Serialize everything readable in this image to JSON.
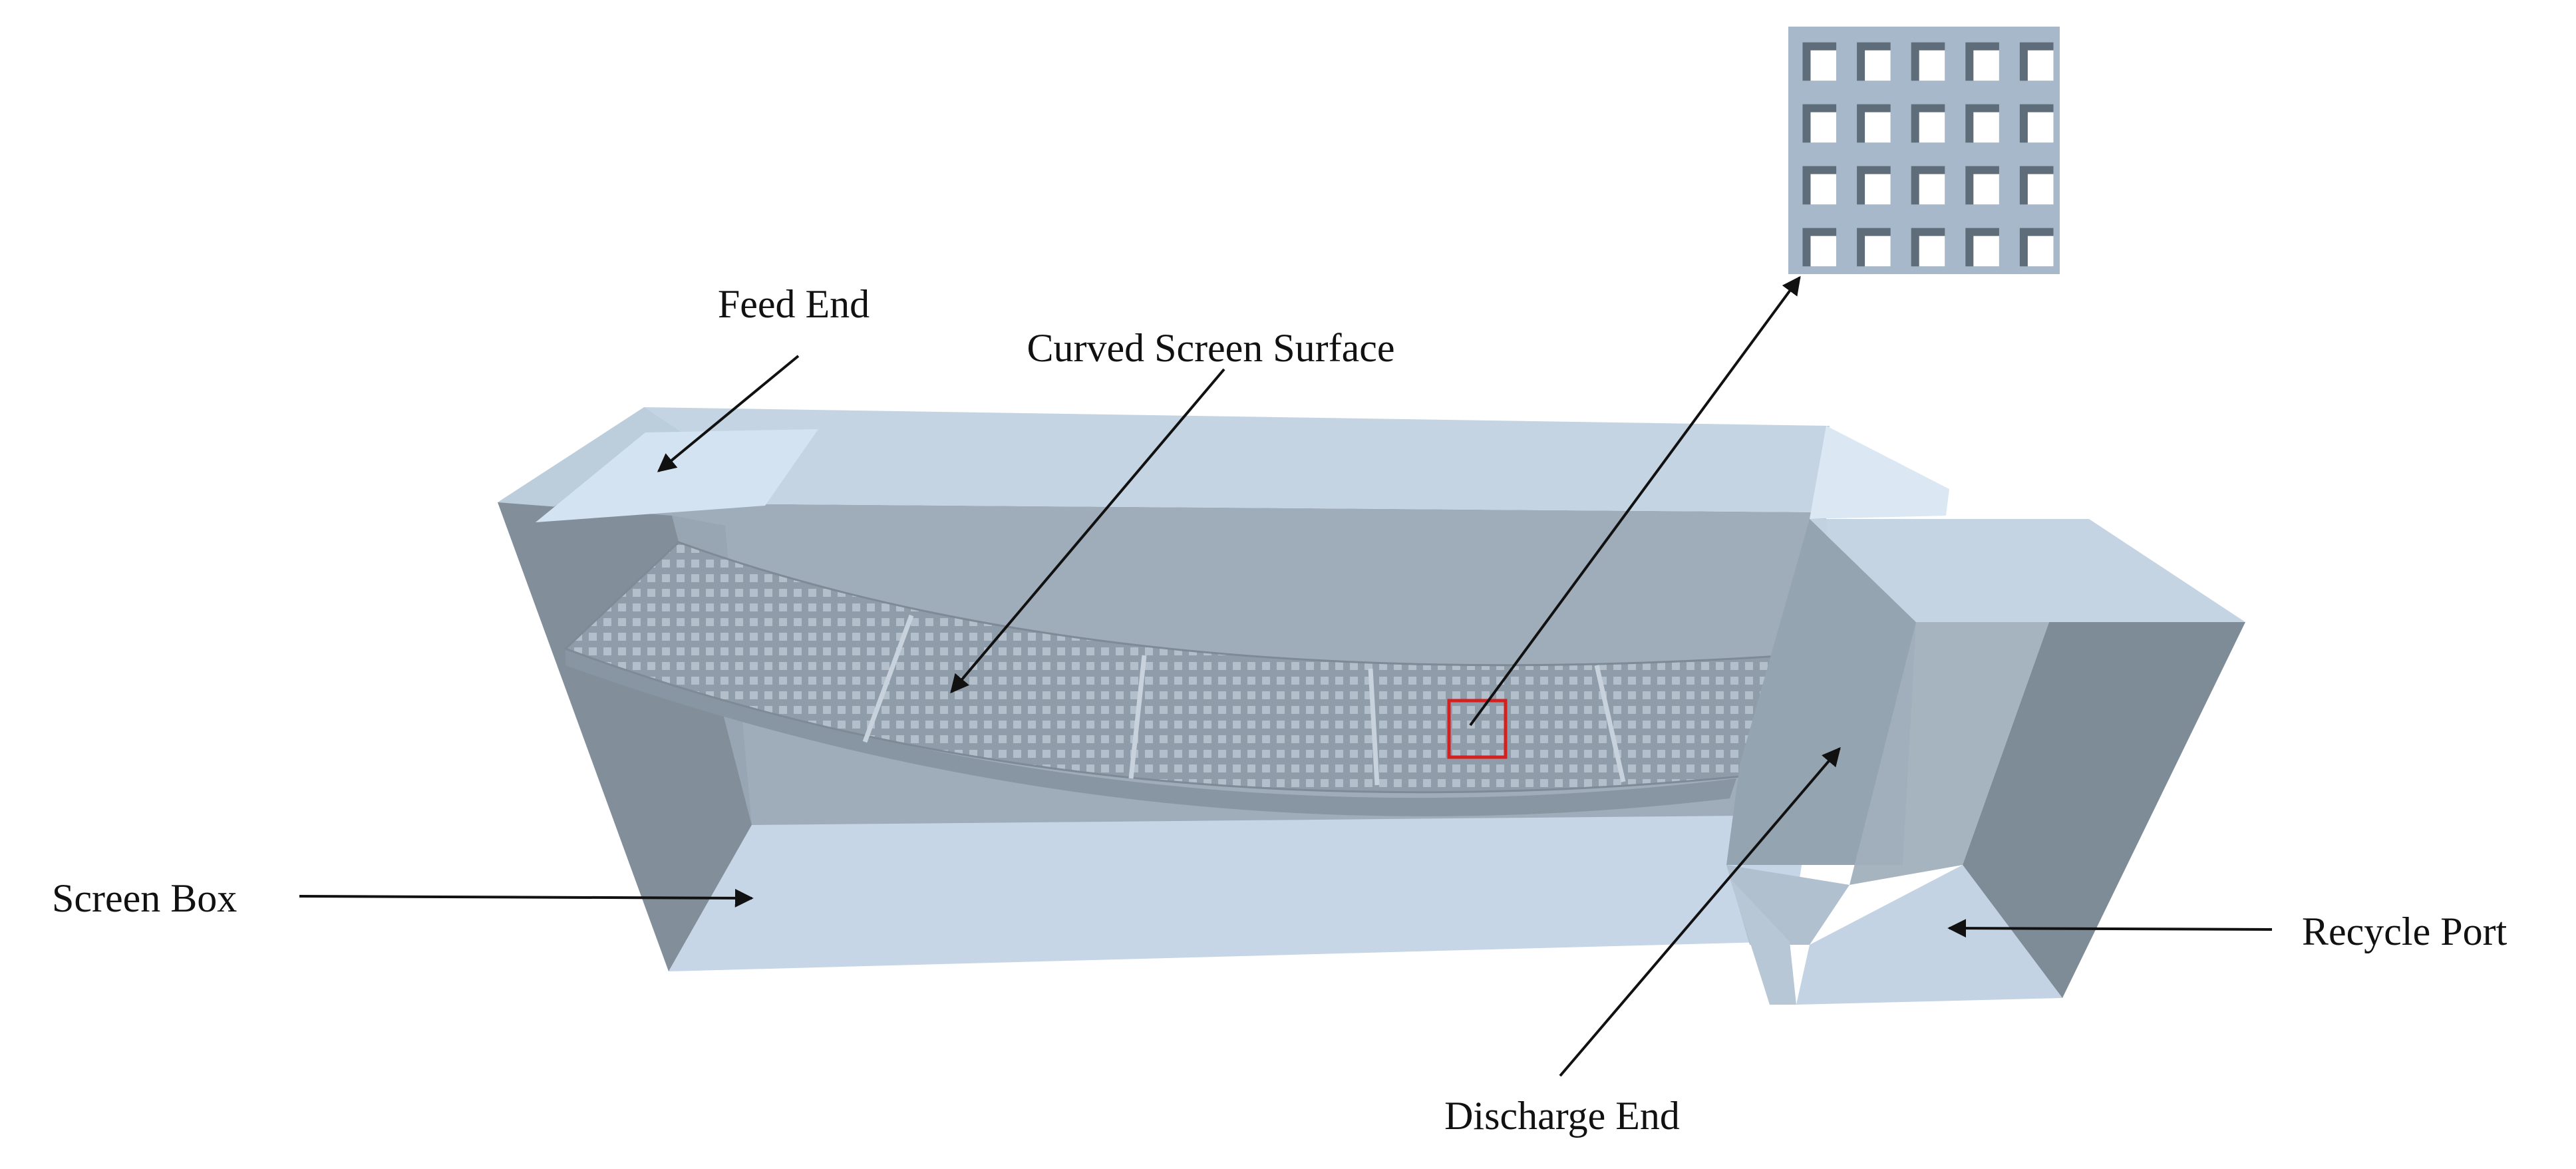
{
  "labels": {
    "feed_end": "Feed End",
    "curved_screen_surface": "Curved Screen Surface",
    "screen_box": "Screen Box",
    "recycle_port": "Recycle Port",
    "discharge_end": "Discharge End"
  },
  "colors": {
    "box_light": "#c5d6e6",
    "box_mid": "#a7b6c4",
    "box_dark": "#7e8c98",
    "screen_mesh": "#8b98a6",
    "highlight": "#d62020",
    "arrow": "#111111"
  },
  "inset": {
    "rows": 4,
    "cols": 5
  }
}
